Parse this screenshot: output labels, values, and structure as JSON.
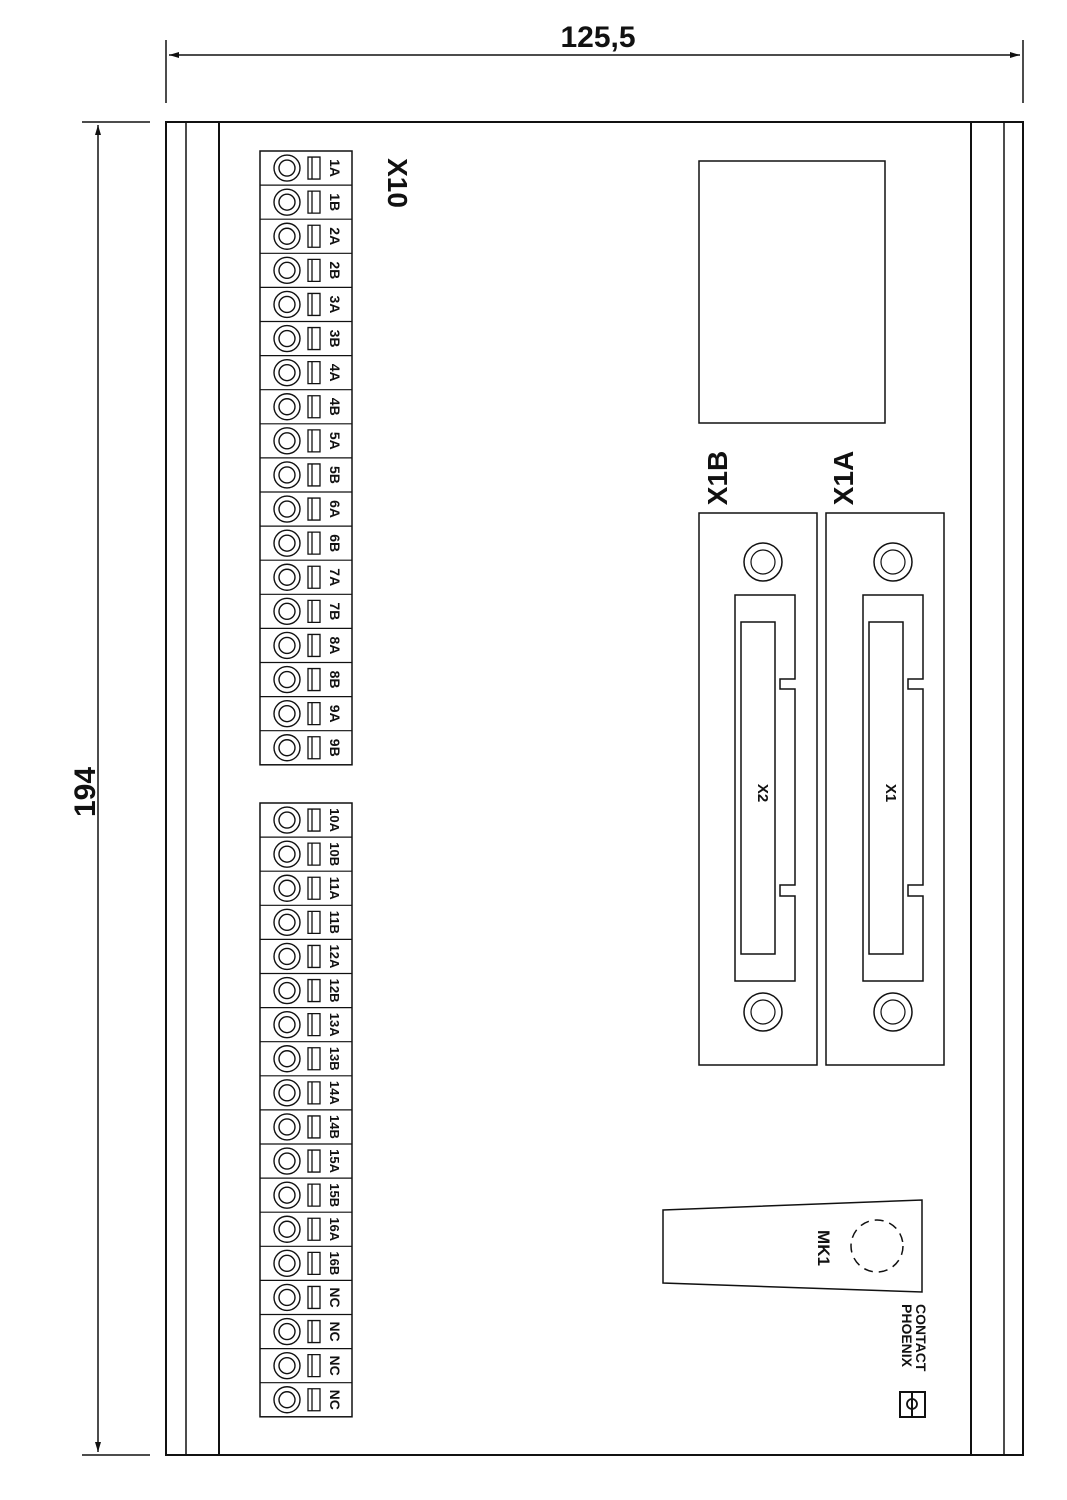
{
  "dimensions": {
    "width_label": "125,5",
    "height_label": "194"
  },
  "terminal_block_label": "X10",
  "terminals_group_1": [
    "1A",
    "1B",
    "2A",
    "2B",
    "3A",
    "3B",
    "4A",
    "4B",
    "5A",
    "5B",
    "6A",
    "6B",
    "7A",
    "7B",
    "8A",
    "8B",
    "9A",
    "9B"
  ],
  "terminals_group_2": [
    "10A",
    "10B",
    "11A",
    "11B",
    "12A",
    "12B",
    "13A",
    "13B",
    "14A",
    "14B",
    "15A",
    "15B",
    "16A",
    "16B",
    "NC",
    "NC",
    "NC",
    "NC"
  ],
  "connectors": {
    "x1b": {
      "label": "X1B",
      "inner_label": "X2"
    },
    "x1a": {
      "label": "X1A",
      "inner_label": "X1"
    }
  },
  "marker_label": "MK1",
  "brand": {
    "line1": "PHOENIX",
    "line2": "CONTACT"
  },
  "colors": {
    "line": "#111111",
    "background": "#ffffff"
  }
}
